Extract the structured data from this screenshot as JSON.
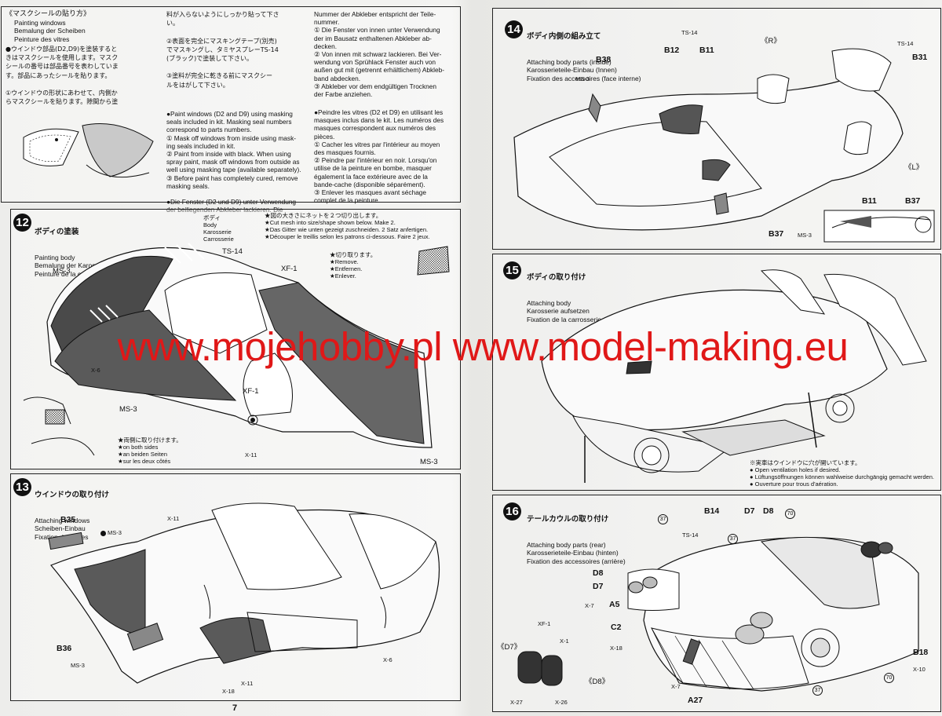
{
  "watermark": "www.mojehobby.pl www.model-making.eu",
  "page_number": "7",
  "mask_section": {
    "title_jp": "《マスクシールの貼り方》",
    "title_en": "Painting windows\nBemalung der Scheiben\nPeinture des vitres",
    "col1_jp": "●ウインドウ部品(D2,D9)を塗装すると\nきはマスクシールを使用します。マスク\nシールの番号は部品番号を表わしていま\nす。部品にあったシールを貼ります。\n\n①ウインドウの形状にあわせて、内側か\nらマスクシールを貼ります。隙間から塗",
    "col2_jp": "料が入らないようにしっかり貼って下さ\nい。\n\n②表面を完全にマスキングテープ(別売)\nでマスキングし、タミヤスプレーTS-14\n(ブラック)で塗装して下さい。\n\n③塗料が完全に乾きる前にマスクシー\nルをはがして下さい。",
    "col2_en": "●Paint windows (D2 and D9) using masking\nseals included in kit. Masking seal numbers\ncorrespond to parts numbers.\n① Mask off windows from inside using mask-\ning seals included in kit.\n② Paint from inside with black. When using\nspray paint, mask off windows from outside as\nwell using masking tape (available separately).\n③ Before paint has completely cured, remove\nmasking seals.\n\n●Die Fenster (D2 und D9) unter Verwendung\nder beiliegenden Abkleber lackieren. Die",
    "col3_de": "Nummer der Abkleber entspricht der Teile-\nnummer.\n① Die Fenster von innen unter Verwendung\nder im Bausatz enthaltenen Abkleber ab-\ndecken.\n② Von innen mit schwarz lackieren. Bei Ver-\nwendung von Sprühlack Fenster auch von\naußen gut mit (getrennt erhältlichem) Abkleb-\nband abdecken.\n③ Abkleber vor dem endgültigen Trocknen\nder Farbe anziehen.",
    "col3_fr": "●Peindre les vitres (D2 et D9) en utilisant les\nmasques inclus dans le kit. Les numéros des\nmasques correspondent aux numéros des\npièces.\n① Cacher les vitres par l'intérieur au moyen\ndes masques fournis.\n② Peindre par l'intérieur en noir. Lorsqu'on\nutilise de la peinture en bombe, masquer\négalement la face extérieure avec de la\nbande-cache (disponible séparément).\n③ Enlever les masques avant séchage\ncomplet de la peinture."
  },
  "step12": {
    "number": "12",
    "title_jp": "ボディの塗装",
    "title_en": "Painting body\nBemalung der Karosserie\nPeinture de la carrosserie",
    "body_label": "ボディ\nBody\nKarosserie\nCarrosserie",
    "mesh_note": "★図の大きさにネットを２つ切り出します。\n★Cut mesh into size/shape shown below. Make 2.\n★Das Gitter wie unten gezeigt zuschneiden. 2 Satz anfertigen.\n★Découper le treillis selon les patrons ci-dessous. Faire 2 jeux.",
    "cut_note": "★切り取ります。\n★Remove.\n★Entfernen.\n★Enlever.",
    "both_sides": "★両側に取り付けます。\n★on both sides\n★an beiden Seiten\n★sur les deux côtés",
    "labels": [
      "TS-14",
      "MS-3",
      "XF-1",
      "X-6",
      "MS-3",
      "XF-1",
      "X-11",
      "MS-3"
    ]
  },
  "step13": {
    "number": "13",
    "title_jp": "ウインドウの取り付け",
    "title_en": "Attaching windows\nScheiben-Einbau\nFixation des vitres",
    "labels": [
      "B35",
      "MS-3",
      "X-11",
      "B36",
      "MS-3",
      "X-11",
      "X-18",
      "X-6"
    ]
  },
  "step14": {
    "number": "14",
    "title_jp": "ボディ内側の組み立て",
    "title_en": "Attaching body parts (inside)\nKarosserieteile-Einbau (Innen)\nFixation des accessoires (face interne)",
    "labels": [
      "TS-14",
      "B12",
      "B11",
      "《R》",
      "TS-14",
      "B31",
      "B38",
      "MS-3",
      "《L》",
      "B11",
      "B37",
      "B37",
      "MS-3"
    ]
  },
  "step15": {
    "number": "15",
    "title_jp": "ボディの取り付け",
    "title_en": "Attaching body\nKarosserie aufsetzen\nFixation de la carrosserie",
    "vent_note": "※実車はウインドウに穴が開いています。\n● Open ventilation holes if desired.\n● Lüftungsöffnungen können wahlweise durchgängig gemacht werden.\n● Ouverture pour trous d'aération."
  },
  "step16": {
    "number": "16",
    "title_jp": "テールカウルの取り付け",
    "title_en": "Attaching body parts (rear)\nKarosserieteile-Einbau (hinten)\nFixation des accessoires (arrière)",
    "labels": [
      "37",
      "B14",
      "D7",
      "D8",
      "70",
      "TS-14",
      "37",
      "D8",
      "D7",
      "X-7",
      "A5",
      "C2",
      "X-18",
      "XF-1",
      "X-1",
      "《D7》",
      "《D8》",
      "X-27",
      "X-26",
      "X-7",
      "A27",
      "37",
      "B18",
      "X-10",
      "70"
    ]
  }
}
